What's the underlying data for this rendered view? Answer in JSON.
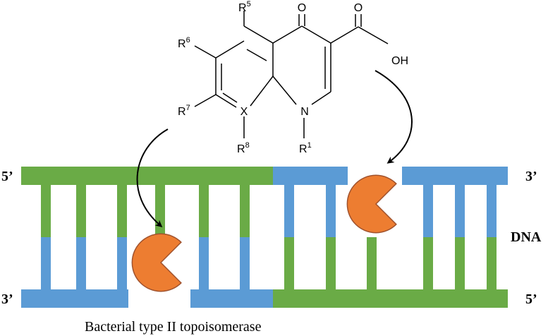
{
  "molecule": {
    "atoms": {
      "oxygen_ketone": "O",
      "oxygen_acid_double": "O",
      "hydroxyl": "OH",
      "nitrogen": "N",
      "x_atom": "X"
    },
    "substituents": {
      "r1": {
        "base": "R",
        "sup": "1"
      },
      "r5": {
        "base": "R",
        "sup": "5"
      },
      "r6": {
        "base": "R",
        "sup": "6"
      },
      "r7": {
        "base": "R",
        "sup": "7"
      },
      "r8": {
        "base": "R",
        "sup": "8"
      }
    }
  },
  "dna": {
    "label": "DNA",
    "top_left_end": "5’",
    "top_right_end": "3’",
    "bottom_left_end": "3’",
    "bottom_right_end": "5’"
  },
  "enzyme_label": "Bacterial type II topoisomerase",
  "colors": {
    "strand_green": "#6aab46",
    "strand_blue": "#5b9bd5",
    "enzyme_orange": "#ed7d31",
    "enzyme_outline": "#a0522d",
    "ink": "#000000"
  }
}
